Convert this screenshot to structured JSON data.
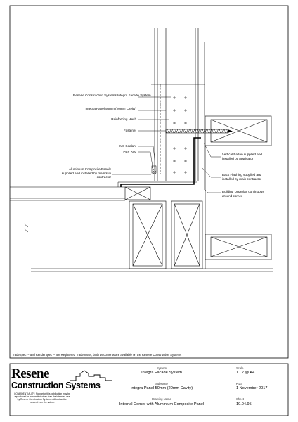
{
  "labels": {
    "resene_system": "Resene Construction Systems\nIntegra Facade System",
    "integra_panel": "Integra Panel 50mm (20mm\nCavity)",
    "reinforcing_mesh": "Reinforcing Mesh",
    "fastener": "Fastener",
    "ms_sealant": "MS Sealant",
    "pef_rod": "PEF Rod",
    "aluminium_panels": "Aluminium Composite Panels\nsupplied and installed by main/sub\ncontractor",
    "vertical_batten": "Vertical Batten supplied and\ninstalled by Applicator",
    "back_flashing": "Back Flashing supplied and\ninstalled by main contractor",
    "building_underlay": "Building Underlay continuous\naround corner"
  },
  "trademark_note": "TradeSpec™ and RenderSpec™ are Registered Trademarks, both Documents are available on the Resene Construction Systems",
  "title_block": {
    "logo_line1": "Resene",
    "logo_line2": "Construction Systems",
    "confidentiality": "CONFIDENTIALITY: No part of this publication may be reproduced or transmitted other than the intended use by Resene Construction Systems without written consent from the author.",
    "system_label": "System",
    "system_value": "Integra Facade System",
    "substrate_label": "Substrate",
    "substrate_value": "Integra Panel 50mm (20mm Cavity)",
    "drawing_name_label": "Drawing Name",
    "drawing_name_value": "Internal Corner with Aluminium Composite Panel",
    "scale_label": "Scale",
    "scale_value": "1 : 2 @ A4",
    "date_label": "Date",
    "date_value": "1 November 2017",
    "sheet_label": "Sheet",
    "sheet_value": "10.04.95"
  }
}
